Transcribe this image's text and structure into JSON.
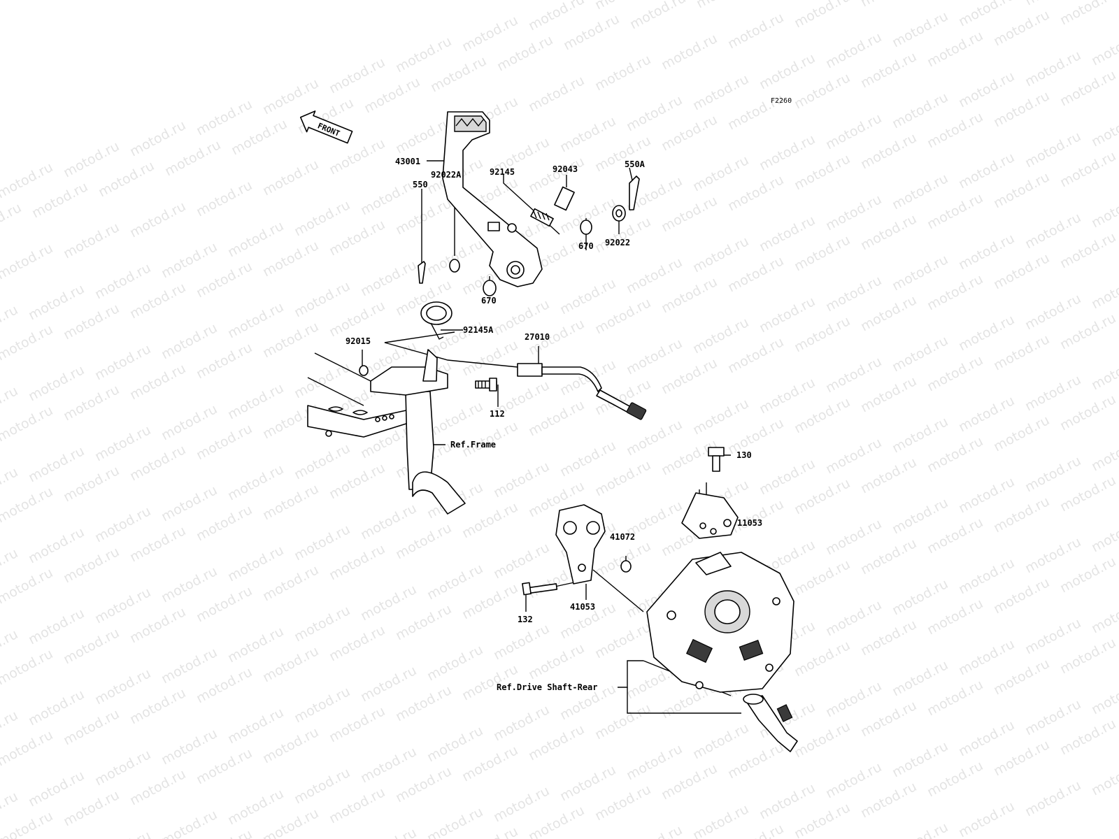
{
  "watermark": {
    "text": "motod.ru"
  },
  "diagram": {
    "code": "F2260",
    "front_label": "FRONT",
    "parts": {
      "p43001": "43001",
      "p92145": "92145",
      "p92043": "92043",
      "p550A": "550A",
      "p92022A": "92022A",
      "p550": "550",
      "p670a": "670",
      "p92022": "92022",
      "p670b": "670",
      "p92145A": "92145A",
      "p92015": "92015",
      "p27010": "27010",
      "p112": "112",
      "p130": "130",
      "p11053": "11053",
      "p41072": "41072",
      "p132": "132",
      "p41053": "41053"
    },
    "refs": {
      "frame": "Ref.Frame",
      "drive_shaft": "Ref.Drive Shaft-Rear"
    }
  }
}
